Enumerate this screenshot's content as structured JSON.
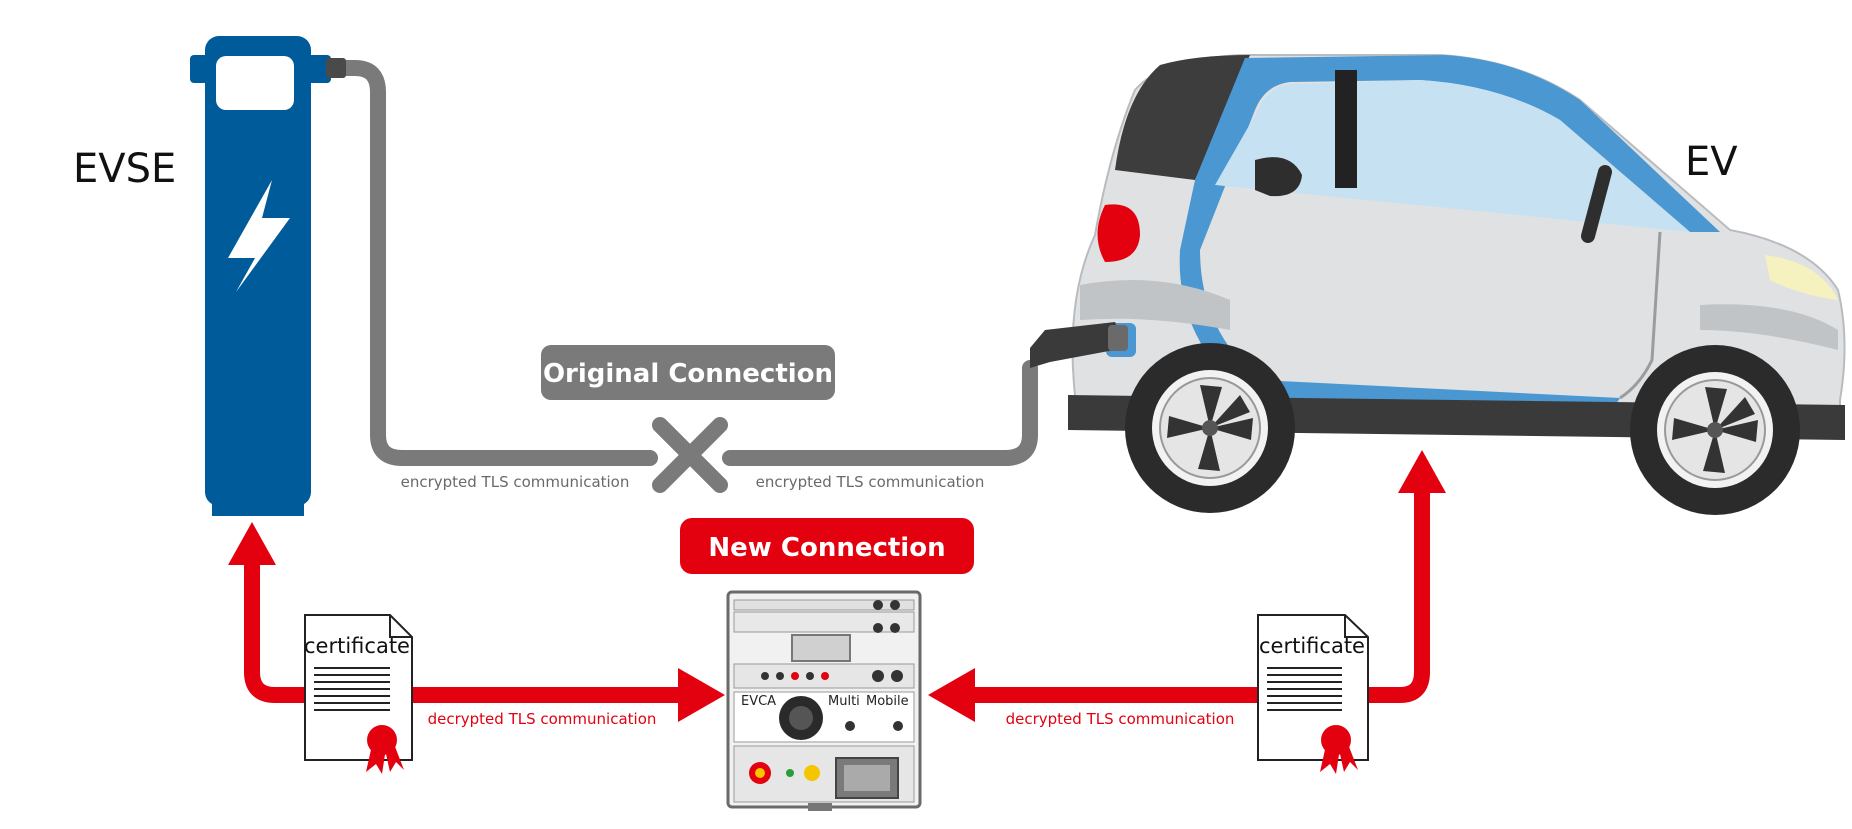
{
  "labels": {
    "evse": "EVSE",
    "ev": "EV",
    "original_connection": "Original Connection",
    "new_connection": "New Connection",
    "encrypted_left": "encrypted TLS communication",
    "encrypted_right": "encrypted TLS communication",
    "decrypted_left": "decrypted TLS communication",
    "decrypted_right": "decrypted TLS communication",
    "certificate_left": "certificate",
    "certificate_right": "certificate"
  },
  "device": {
    "label_left": "EVCA",
    "label_middle": "Multi",
    "label_right": "Mobile"
  },
  "colors": {
    "red": "#e3000f",
    "gray": "#7a7a7a",
    "evse_blue": "#005b9a",
    "car_blue": "#4a97d2",
    "car_body": "#dfe1e3",
    "text_dark": "#111111"
  }
}
